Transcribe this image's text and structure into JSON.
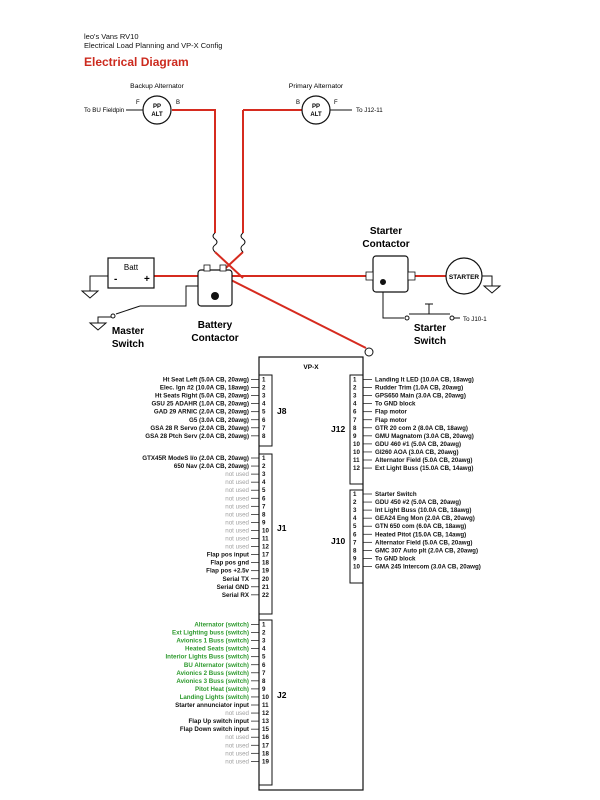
{
  "header": {
    "line1": "leo's Vans RV10",
    "line2": "Electrical Load Planning and VP-X Config",
    "title": "Electrical Diagram"
  },
  "colors": {
    "wire": "#d62b1f",
    "title": "#cc2a1e",
    "green": "#2e9a2e",
    "muted": "#a0a0a0",
    "line": "#111111"
  },
  "backup_alt": {
    "label": "Backup Alternator",
    "glyph_top": "PP",
    "glyph_bottom": "ALT",
    "f": "F",
    "b": "B",
    "field_label": "To BU Fieldpin"
  },
  "primary_alt": {
    "label": "Primary Alternator",
    "glyph_top": "PP",
    "glyph_bottom": "ALT",
    "f": "F",
    "b": "B",
    "field_label": "To J12-11"
  },
  "battery": {
    "label": "Batt",
    "minus": "-",
    "plus": "+"
  },
  "starter_contactor": {
    "label_line1": "Starter",
    "label_line2": "Contactor"
  },
  "starter": {
    "label": "STARTER"
  },
  "starter_switch": {
    "label_line1": "Starter",
    "label_line2": "Switch",
    "to_label": "To J10-1"
  },
  "master_switch": {
    "label_line1": "Master",
    "label_line2": "Switch"
  },
  "battery_contactor": {
    "label_line1": "Battery",
    "label_line2": "Contactor"
  },
  "vpx": {
    "label": "VP-X"
  },
  "connectors": {
    "j8": "J8",
    "j1": "J1",
    "j2": "J2",
    "j12": "J12",
    "j10": "J10"
  },
  "j8": [
    {
      "num": "1",
      "text": "Ht Seat Left (5.0A CB, 20awg)",
      "style": "normal"
    },
    {
      "num": "2",
      "text": "Elec. Ign #2 (10.0A CB, 18awg)",
      "style": "normal"
    },
    {
      "num": "3",
      "text": "Ht Seats Right (5.0A CB, 20awg)",
      "style": "normal"
    },
    {
      "num": "4",
      "text": "GSU 25 ADAHR (1.0A CB, 20awg)",
      "style": "normal"
    },
    {
      "num": "5",
      "text": "GAD 29 ARNIC (2.0A CB, 20awg)",
      "style": "normal"
    },
    {
      "num": "6",
      "text": "G5 (3.0A CB, 20awg)",
      "style": "normal"
    },
    {
      "num": "7",
      "text": "GSA 28 R Servo (2.0A CB, 20awg)",
      "style": "normal"
    },
    {
      "num": "8",
      "text": "GSA 28 Ptch Serv (2.0A CB, 20awg)",
      "style": "normal"
    }
  ],
  "j1": [
    {
      "num": "1",
      "text": "GTX45R ModeS I/o (2.0A CB, 20awg)",
      "style": "normal"
    },
    {
      "num": "2",
      "text": "650 Nav (2.0A CB, 20awg)",
      "style": "normal"
    },
    {
      "num": "3",
      "text": "not used",
      "style": "muted"
    },
    {
      "num": "4",
      "text": "not used",
      "style": "muted"
    },
    {
      "num": "5",
      "text": "not used",
      "style": "muted"
    },
    {
      "num": "6",
      "text": "not used",
      "style": "muted"
    },
    {
      "num": "7",
      "text": "not used",
      "style": "muted"
    },
    {
      "num": "8",
      "text": "not used",
      "style": "muted"
    },
    {
      "num": "9",
      "text": "not used",
      "style": "muted"
    },
    {
      "num": "10",
      "text": "not used",
      "style": "muted"
    },
    {
      "num": "11",
      "text": "not used",
      "style": "muted"
    },
    {
      "num": "12",
      "text": "not used",
      "style": "muted"
    },
    {
      "num": "17",
      "text": "Flap pos input",
      "style": "normal"
    },
    {
      "num": "18",
      "text": "Flap pos gnd",
      "style": "normal"
    },
    {
      "num": "19",
      "text": "Flap pos +2.5v",
      "style": "normal"
    },
    {
      "num": "20",
      "text": "Serial TX",
      "style": "normal"
    },
    {
      "num": "21",
      "text": "Serial GND",
      "style": "normal"
    },
    {
      "num": "22",
      "text": "Serial RX",
      "style": "normal"
    }
  ],
  "j2": [
    {
      "num": "1",
      "text": "Alternator (switch)",
      "style": "green"
    },
    {
      "num": "2",
      "text": "Ext Lighting buss (switch)",
      "style": "green"
    },
    {
      "num": "3",
      "text": "Avionics 1 Buss (switch)",
      "style": "green"
    },
    {
      "num": "4",
      "text": "Heated Seats (switch)",
      "style": "green"
    },
    {
      "num": "5",
      "text": "Interior Lights Buss (switch)",
      "style": "green"
    },
    {
      "num": "6",
      "text": "BU Alternator (switch)",
      "style": "green"
    },
    {
      "num": "7",
      "text": "Avionics 2 Buss (switch)",
      "style": "green"
    },
    {
      "num": "8",
      "text": "Avionics 3 Buss (switch)",
      "style": "green"
    },
    {
      "num": "9",
      "text": "Pitot Heat (switch)",
      "style": "green"
    },
    {
      "num": "10",
      "text": "Landing Lights (switch)",
      "style": "green"
    },
    {
      "num": "11",
      "text": "Starter annunciator input",
      "style": "normal"
    },
    {
      "num": "12",
      "text": "not used",
      "style": "muted"
    },
    {
      "num": "13",
      "text": "Flap Up switch input",
      "style": "normal"
    },
    {
      "num": "15",
      "text": "Flap Down switch input",
      "style": "normal"
    },
    {
      "num": "16",
      "text": "not used",
      "style": "muted"
    },
    {
      "num": "17",
      "text": "not used",
      "style": "muted"
    },
    {
      "num": "18",
      "text": "not used",
      "style": "muted"
    },
    {
      "num": "19",
      "text": "not used",
      "style": "muted"
    }
  ],
  "j12": [
    {
      "num": "1",
      "text": "Landing lt LED (10.0A CB, 18awg)",
      "style": "normal"
    },
    {
      "num": "2",
      "text": "Rudder Trim (1.0A CB, 20awg)",
      "style": "normal"
    },
    {
      "num": "3",
      "text": "GPS650 Main (3.0A CB, 20awg)",
      "style": "normal"
    },
    {
      "num": "4",
      "text": "To GND block",
      "style": "normal"
    },
    {
      "num": "6",
      "text": "Flap motor",
      "style": "normal"
    },
    {
      "num": "7",
      "text": "Flap motor",
      "style": "normal"
    },
    {
      "num": "8",
      "text": "GTR 20 com 2 (8.0A CB, 18awg)",
      "style": "normal"
    },
    {
      "num": "9",
      "text": "GMU Magnatom (3.0A CB, 20awg)",
      "style": "normal"
    },
    {
      "num": "10",
      "text": "GDU 460 #1 (5.0A CB, 20awg)",
      "style": "normal"
    },
    {
      "num": "10",
      "text": "GI260 AOA (3.0A CB, 20awg)",
      "style": "normal"
    },
    {
      "num": "11",
      "text": "Alternator Field (5.0A CB, 20awg)",
      "style": "normal"
    },
    {
      "num": "12",
      "text": "Ext Light Buss (15.0A CB, 14awg)",
      "style": "normal"
    }
  ],
  "j10": [
    {
      "num": "1",
      "text": "Starter Switch",
      "style": "normal"
    },
    {
      "num": "2",
      "text": "GDU 450 #2 (5.0A CB, 20awg)",
      "style": "normal"
    },
    {
      "num": "3",
      "text": "Int Light Buss (10.0A CB, 18awg)",
      "style": "normal"
    },
    {
      "num": "4",
      "text": "GEA24 Eng Mon (2.0A CB, 20awg)",
      "style": "normal"
    },
    {
      "num": "5",
      "text": "GTN 650 com (6.0A CB, 18awg)",
      "style": "normal"
    },
    {
      "num": "6",
      "text": "Heated Pitot (15.0A CB, 14awg)",
      "style": "normal"
    },
    {
      "num": "7",
      "text": "Alternator Field (5.0A CB, 20awg)",
      "style": "normal"
    },
    {
      "num": "8",
      "text": "GMC 307 Auto plt (2.0A CB, 20awg)",
      "style": "normal"
    },
    {
      "num": "9",
      "text": "To GND block",
      "style": "normal"
    },
    {
      "num": "10",
      "text": "GMA 245 Intercom (3.0A CB, 20awg)",
      "style": "normal"
    }
  ]
}
